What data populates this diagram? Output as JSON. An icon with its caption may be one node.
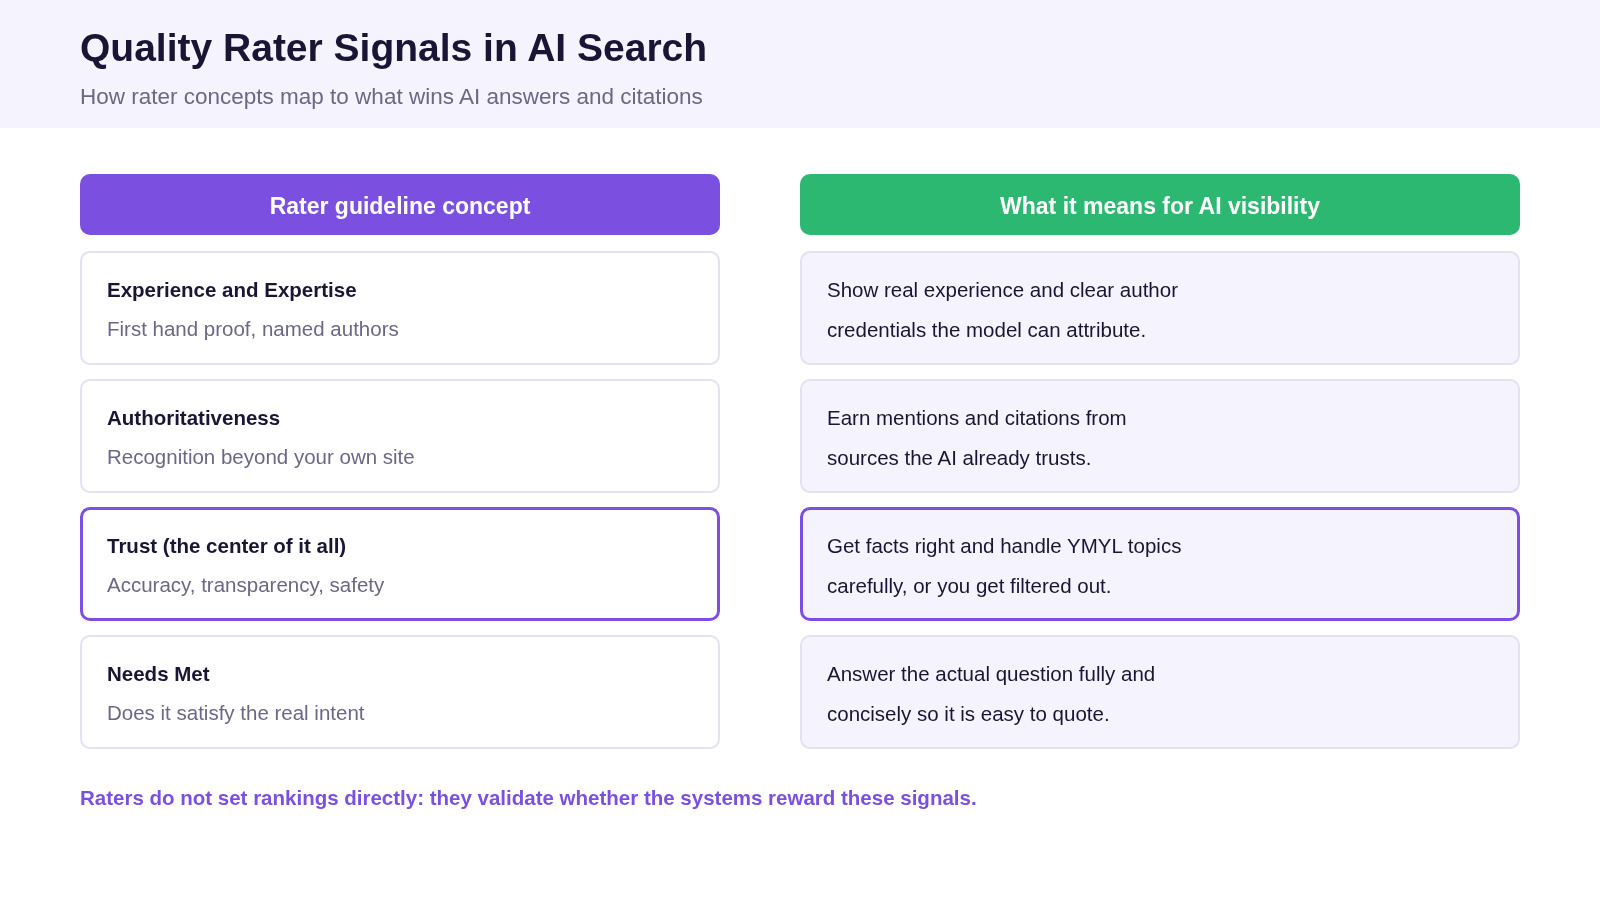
{
  "diagram": {
    "title": "Quality Rater Signals in AI Search",
    "caption": "Raters do not set rankings directly: they validate whether the systems reward these signals.",
    "nodes": [
      {
        "text": [
          "Rater guideline concept"
        ]
      },
      {
        "text": [
          "What it means for AI visibility"
        ]
      },
      {
        "text": [
          "Experience and Expertise",
          "First hand proof, named authors"
        ]
      },
      {
        "text": [
          "Show real experience and clear author credentials the model can attribute."
        ]
      },
      {
        "text": [
          "Authoritativeness",
          "Recognition beyond your own site"
        ]
      },
      {
        "text": [
          "Earn mentions and citations from sources the AI already trusts."
        ]
      },
      {
        "text": [
          "Trust (the center of it all)",
          "Accuracy, transparency, safety"
        ]
      },
      {
        "text": [
          "Get facts right and handle YMYL topics carefully, or you get filtered out."
        ]
      },
      {
        "text": [
          "Needs Met",
          "Does it satisfy the real intent"
        ]
      },
      {
        "text": [
          "Answer the actual question fully and concisely so it is easy to quote."
        ]
      }
    ],
    "labels": [
      "How rater concepts map to what wins AI answers and citations"
    ]
  }
}
